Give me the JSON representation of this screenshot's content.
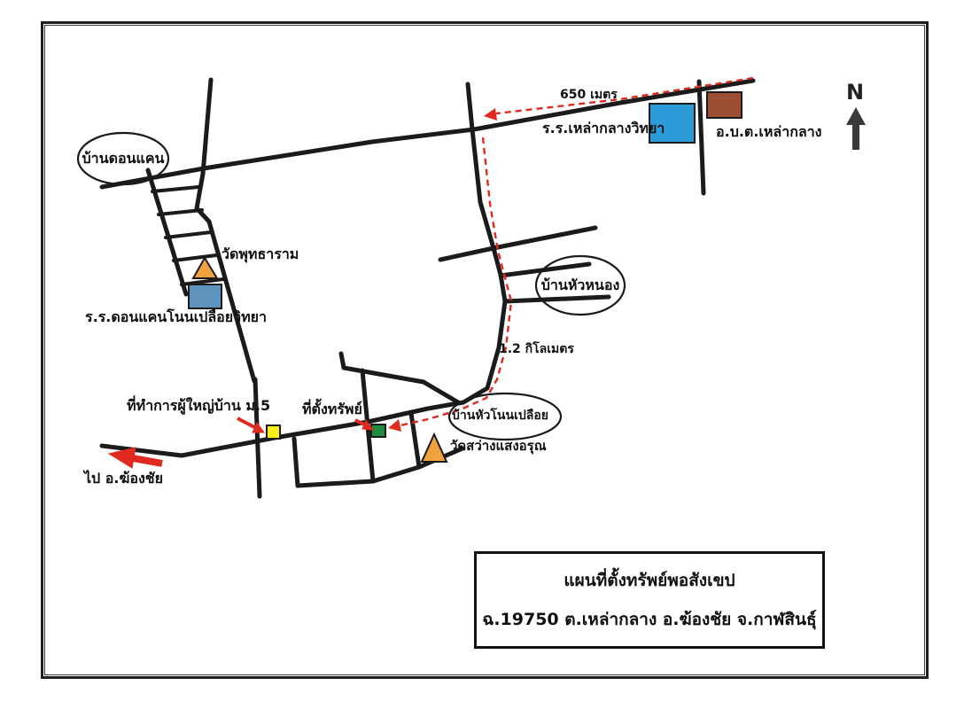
{
  "map": {
    "north_indicator": "N",
    "route_distances": {
      "top_road": "650 เมตร",
      "side_road": "1.2 กิโลเมตร"
    },
    "villages": {
      "don_kaen": "บ้านดอนแคน",
      "hua_nong": "บ้านหัวหนอง",
      "hua_non_pluey": "บ้านหัวโนนเปลือย"
    },
    "places": {
      "school_lao_klang": "ร.ร.เหล่ากลางวิทยา",
      "sao_lao_klang": "อ.บ.ต.เหล่ากลาง",
      "wat_phuttharam": "วัดพุทธาราม",
      "school_don_kaen": "ร.ร.ดอนแคนโนนเปลือยวิทยา",
      "wat_sawang_saeng_arun": "วัดสว่างแสงอรุณ",
      "property_site": "ที่ตั้งทรัพย์",
      "village_headman_office": "ที่ทำการผู้ใหญ่บ้าน ม.5",
      "to_khong_chai": "ไป อ.ฆ้องชัย"
    },
    "title_box": {
      "line1": "แผนที่ตั้งทรัพย์พอสังเขป",
      "line2": "ฉ.19750 ต.เหล่ากลาง อ.ฆ้องชัย จ.กาฬสินธุ์"
    },
    "colors": {
      "road": "#1b1b1b",
      "route_red": "#e02a20",
      "school_blue": "#2b9cd8",
      "school_blue_muted": "#5d93bd",
      "sao_brown": "#9c4f35",
      "temple_orange": "#f0a23f",
      "office_yellow": "#f6ef1a",
      "property_green": "#1f8b3f",
      "north_gray": "#3a3a3a"
    }
  }
}
